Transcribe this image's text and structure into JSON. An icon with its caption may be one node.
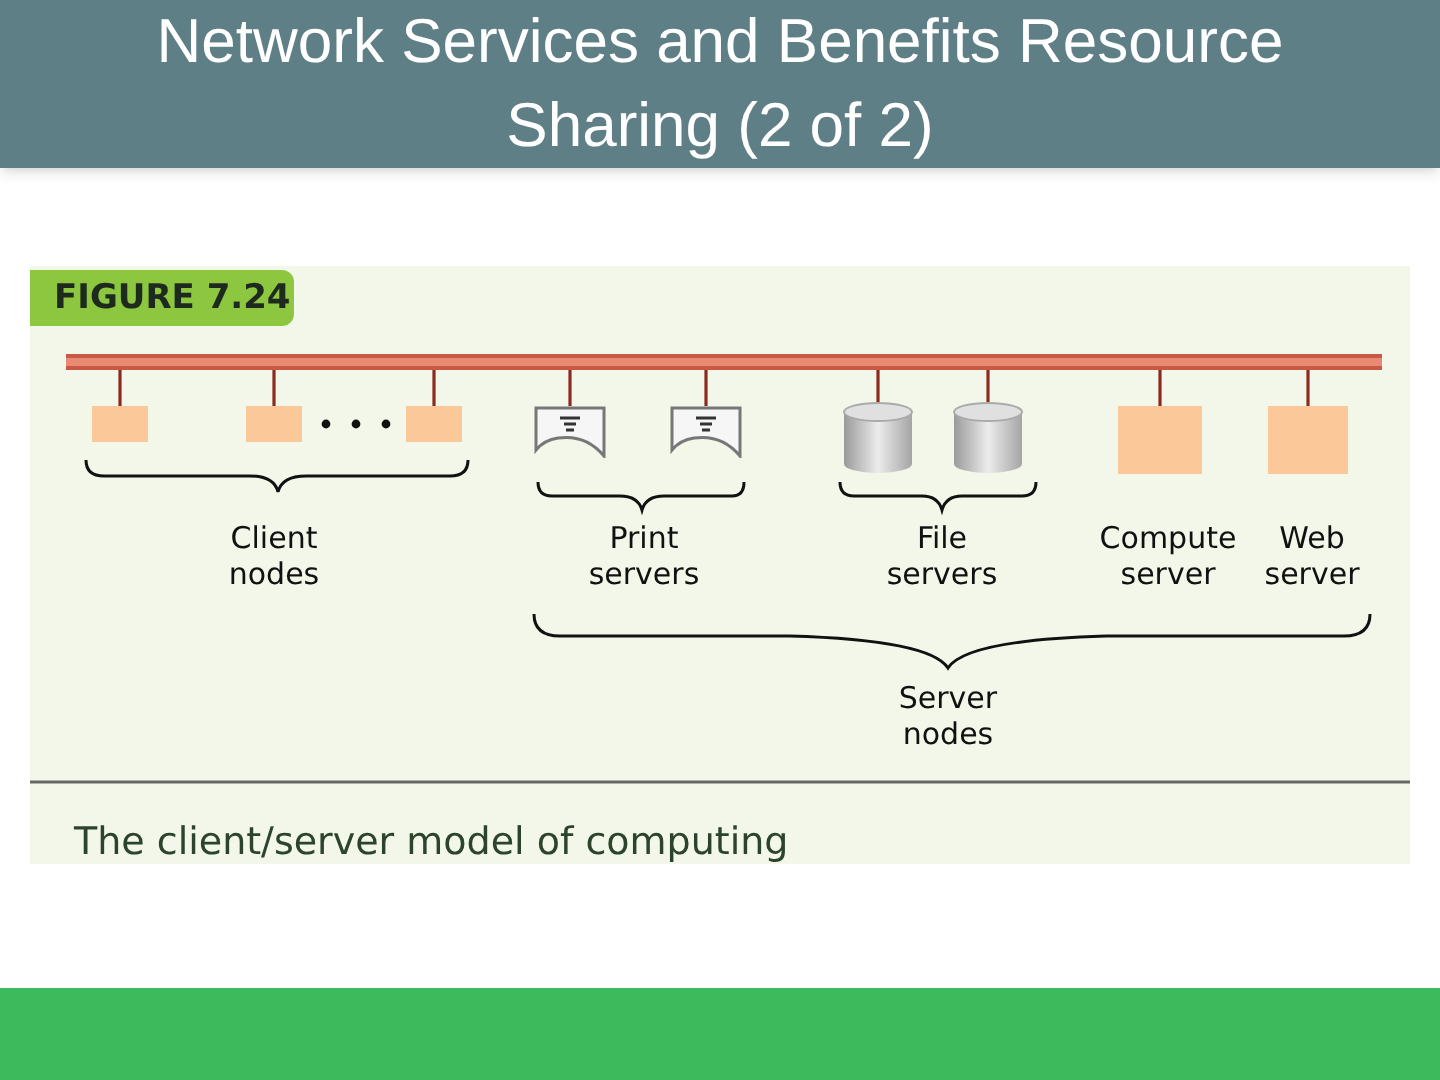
{
  "diagram": {
    "title": "Network Services and Benefits Resource Sharing (2 of 2)",
    "caption": "The client/server model of computing",
    "nodes": [
      {
        "text": [],
        "shape": "bar"
      },
      {
        "text": [],
        "shape": "box"
      },
      {
        "text": [],
        "shape": "box"
      },
      {
        "text": [],
        "shape": "box"
      },
      {
        "text": [],
        "shape": "printer"
      },
      {
        "text": [],
        "shape": "printer"
      },
      {
        "text": [],
        "shape": "cylinder"
      },
      {
        "text": [],
        "shape": "cylinder"
      },
      {
        "text": [],
        "shape": "box"
      },
      {
        "text": [],
        "shape": "box"
      }
    ],
    "edges": [
      {
        "from": 0,
        "to": 1,
        "arrow": "none"
      },
      {
        "from": 0,
        "to": 2,
        "arrow": "none"
      },
      {
        "from": 0,
        "to": 3,
        "arrow": "none"
      },
      {
        "from": 0,
        "to": 4,
        "arrow": "none"
      },
      {
        "from": 0,
        "to": 5,
        "arrow": "none"
      },
      {
        "from": 0,
        "to": 6,
        "arrow": "none"
      },
      {
        "from": 0,
        "to": 7,
        "arrow": "none"
      },
      {
        "from": 0,
        "to": 8,
        "arrow": "none"
      },
      {
        "from": 0,
        "to": 9,
        "arrow": "none"
      }
    ],
    "labels": [
      "FIGURE 7.24",
      "Client nodes",
      "Print servers",
      "File servers",
      "Compute server",
      "Web server",
      "Server nodes"
    ]
  }
}
